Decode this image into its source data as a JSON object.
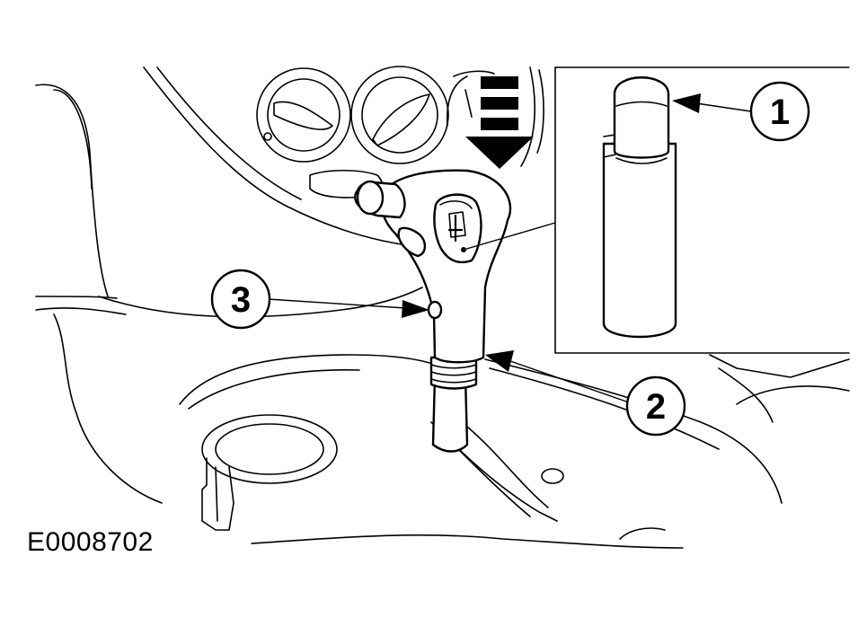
{
  "figure_id": "E0008702",
  "callouts": [
    {
      "label": "1",
      "target": "selector-button"
    },
    {
      "label": "2",
      "target": "shift-knob-collar"
    },
    {
      "label": "3",
      "target": "knob-retaining-clip"
    }
  ],
  "icons": {
    "press_arrow": "downward-press-arrow-icon"
  }
}
